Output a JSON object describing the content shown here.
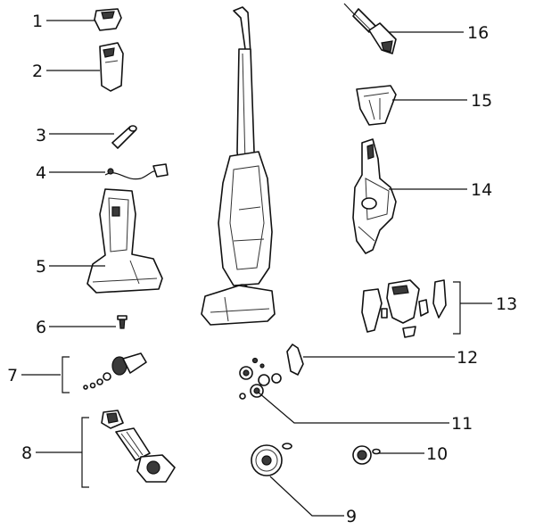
{
  "colors": {
    "line": "#111111",
    "background": "#ffffff"
  },
  "callouts": {
    "c1": "1",
    "c2": "2",
    "c3": "3",
    "c4": "4",
    "c5": "5",
    "c6": "6",
    "c7": "7",
    "c8": "8",
    "c9": "9",
    "c10": "10",
    "c11": "11",
    "c12": "12",
    "c13": "13",
    "c14": "14",
    "c15": "15",
    "c16": "16"
  }
}
